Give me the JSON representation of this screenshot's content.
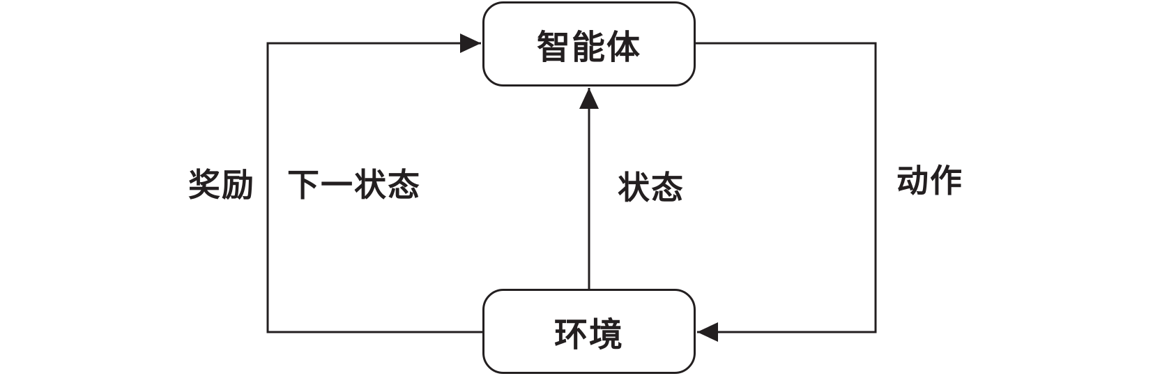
{
  "nodes": {
    "agent": "智能体",
    "environment": "环境"
  },
  "edges": {
    "reward": "奖励",
    "next_state": "下一状态",
    "state": "状态",
    "action": "动作"
  },
  "colors": {
    "stroke": "#231f20",
    "background": "#ffffff"
  }
}
